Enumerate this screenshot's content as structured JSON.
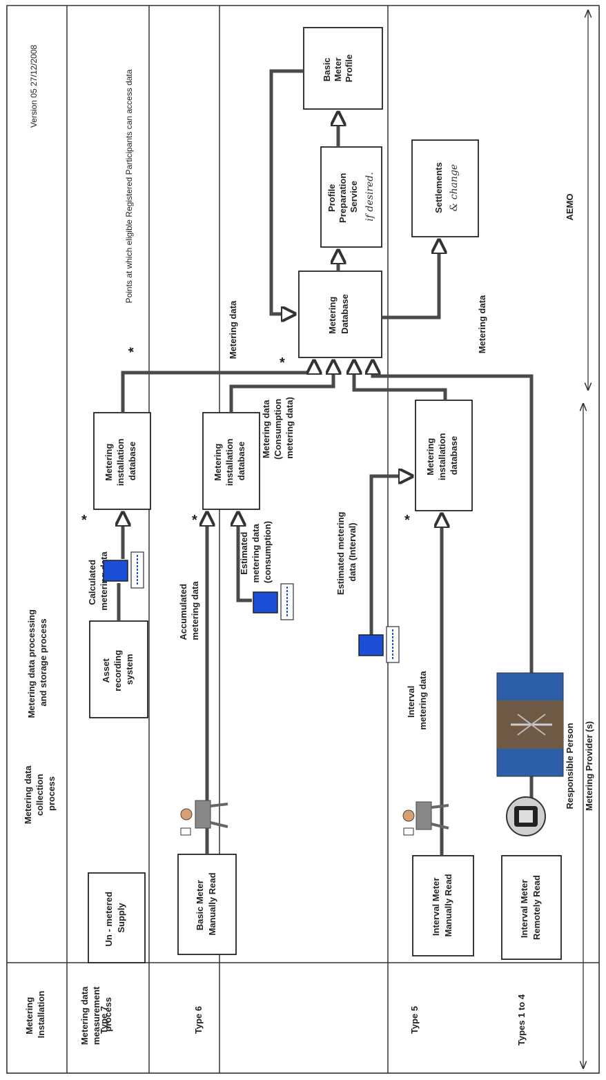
{
  "header": {
    "version": "Version 05   27/12/2008",
    "legend_symbol": "*",
    "legend_text": "Points at which eligible Registered Participants can access data"
  },
  "columns": {
    "installation": [
      "Metering",
      "Installation"
    ],
    "measurement": [
      "Metering data",
      "measurement",
      "process"
    ],
    "collection": [
      "Metering data",
      "collection",
      "process"
    ],
    "processing": [
      "Metering data processing",
      "and storage process"
    ]
  },
  "types": {
    "type7": "Type 7",
    "type6": "Type 6",
    "type5": "Type 5",
    "types1to4": "Types 1 to 4"
  },
  "boxes": {
    "unmetered": [
      "Un - metered",
      "Supply"
    ],
    "basic_meter_manual": [
      "Basic Meter",
      "Manually Read"
    ],
    "interval_meter_manual": [
      "Interval Meter",
      "Manually Read"
    ],
    "interval_meter_remote": [
      "Interval Meter",
      "Remotely Read"
    ],
    "asset_recording": [
      "Asset",
      "recording",
      "system"
    ],
    "mid_1": [
      "Metering",
      "installation",
      "database"
    ],
    "mid_2": [
      "Metering",
      "installation",
      "database"
    ],
    "mid_3": [
      "Metering",
      "installation",
      "database"
    ],
    "metering_database": [
      "Metering",
      "Database"
    ],
    "profile_prep": [
      "Profile",
      "Preparation",
      "Service"
    ],
    "profile_prep_handwritten": "if desired.",
    "basic_meter_profile": [
      "Basic",
      "Meter",
      "Profile"
    ],
    "settlements": [
      "Settlements"
    ],
    "settlements_handwritten": "& change"
  },
  "labels": {
    "calculated": [
      "Calculated",
      "metering data"
    ],
    "accumulated": [
      "Accumulated",
      "metering data"
    ],
    "estimated_consumption": [
      "Estimated",
      "metering data",
      "(consumption)"
    ],
    "estimated_interval": [
      "Estimated metering",
      "data (Interval)"
    ],
    "interval_metering": [
      "Interval",
      "metering data"
    ],
    "metering_data_consumption": [
      "Metering data",
      "(Consumption",
      "metering data)"
    ],
    "metering_data_top": "Metering data",
    "metering_data_bottom": "Metering data"
  },
  "roles": {
    "responsible_person": "Responsible Person",
    "metering_provider": "Metering Provider (s)",
    "aemo": "AEMO"
  }
}
